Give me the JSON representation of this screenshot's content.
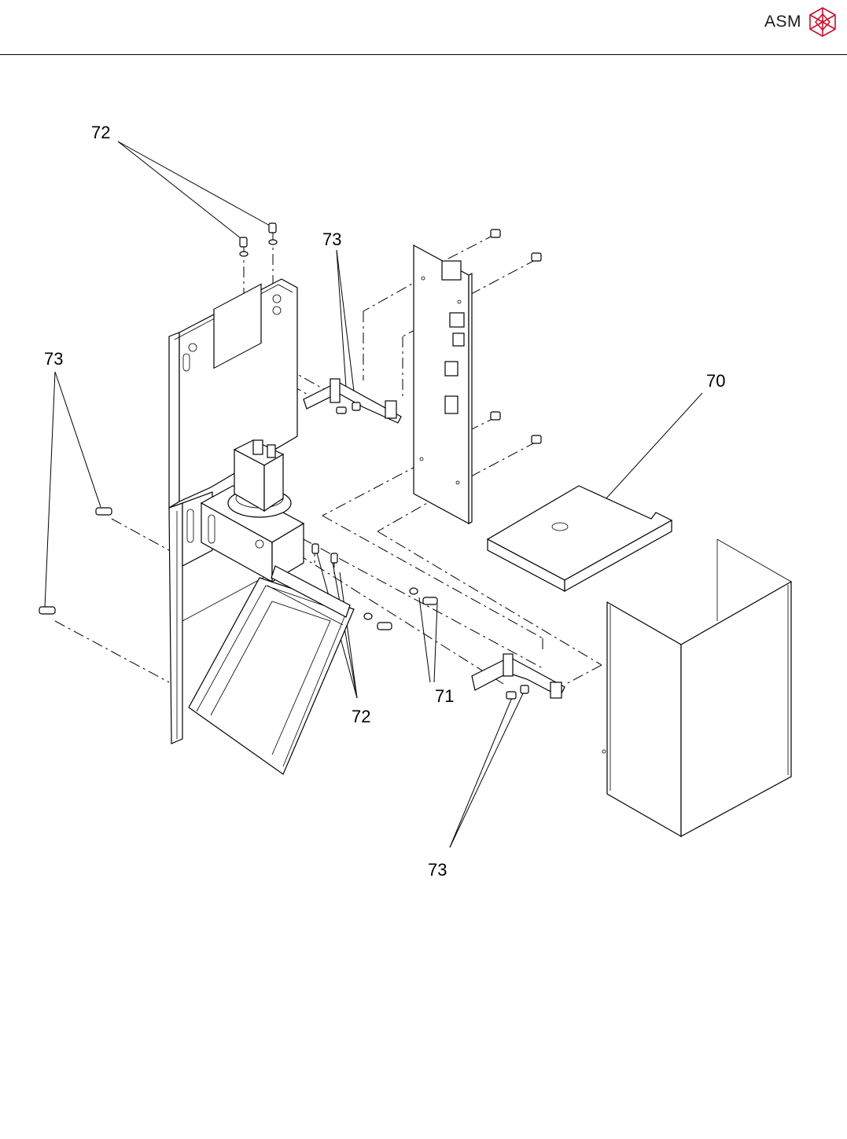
{
  "header": {
    "brand": "ASM",
    "logo_icon": "asm-cube-logo-icon",
    "accent_color": "#c8102e"
  },
  "callouts": {
    "c72_top": "72",
    "c73_upper": "73",
    "c73_left": "73",
    "c70": "70",
    "c71": "71",
    "c72_bottom": "72",
    "c73_bottom": "73"
  }
}
